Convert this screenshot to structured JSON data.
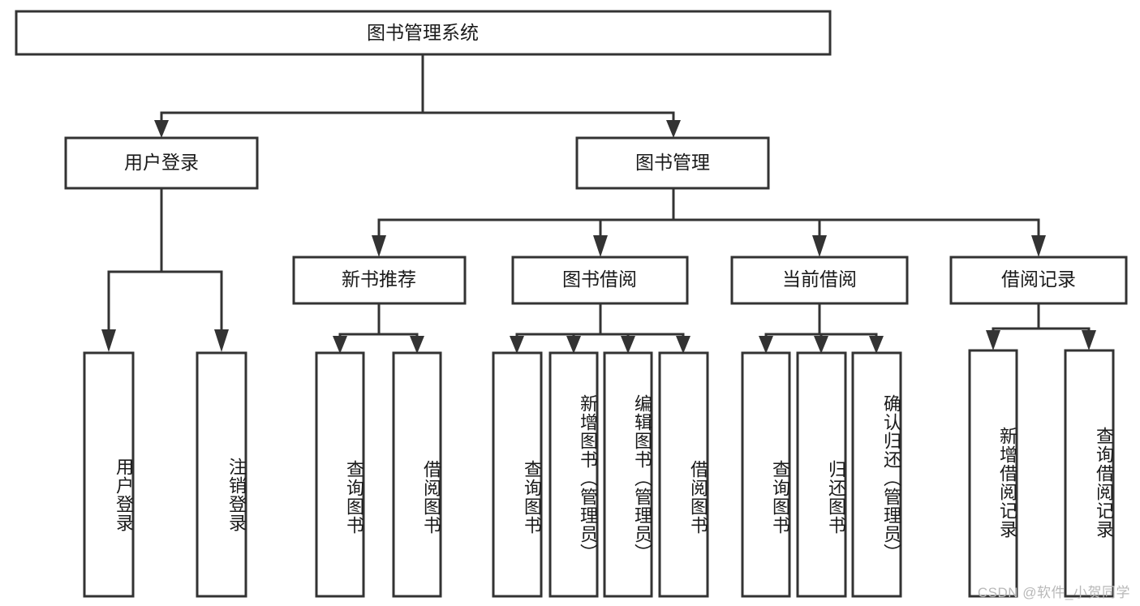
{
  "diagram": {
    "title": "图书管理系统",
    "type": "hierarchy-tree",
    "watermark": "CSDN @软件_小贺同学",
    "accent_color": "#333333",
    "background_color": "#ffffff",
    "nodes": {
      "root": {
        "label": "图书管理系统",
        "level": 1,
        "orientation": "horizontal"
      },
      "l2": [
        {
          "label": "用户登录",
          "level": 2,
          "orientation": "horizontal"
        },
        {
          "label": "图书管理",
          "level": 2,
          "orientation": "horizontal"
        }
      ],
      "l3": [
        {
          "label": "新书推荐",
          "level": 3,
          "orientation": "horizontal",
          "parent": "图书管理"
        },
        {
          "label": "图书借阅",
          "level": 3,
          "orientation": "horizontal",
          "parent": "图书管理"
        },
        {
          "label": "当前借阅",
          "level": 3,
          "orientation": "horizontal",
          "parent": "图书管理"
        },
        {
          "label": "借阅记录",
          "level": 3,
          "orientation": "horizontal",
          "parent": "图书管理"
        }
      ],
      "leaves": [
        {
          "label": "用户登录",
          "parent": "用户登录",
          "orientation": "vertical"
        },
        {
          "label": "注销登录",
          "parent": "用户登录",
          "orientation": "vertical"
        },
        {
          "label": "查询图书",
          "parent": "新书推荐",
          "orientation": "vertical"
        },
        {
          "label": "借阅图书",
          "parent": "新书推荐",
          "orientation": "vertical"
        },
        {
          "label": "查询图书",
          "parent": "图书借阅",
          "orientation": "vertical"
        },
        {
          "label": "新增图书（管理员）",
          "parent": "图书借阅",
          "orientation": "vertical"
        },
        {
          "label": "编辑图书（管理员）",
          "parent": "图书借阅",
          "orientation": "vertical"
        },
        {
          "label": "借阅图书",
          "parent": "图书借阅",
          "orientation": "vertical"
        },
        {
          "label": "查询图书",
          "parent": "当前借阅",
          "orientation": "vertical"
        },
        {
          "label": "归还图书",
          "parent": "当前借阅",
          "orientation": "vertical"
        },
        {
          "label": "确认归还（管理员）",
          "parent": "当前借阅",
          "orientation": "vertical"
        },
        {
          "label": "新增借阅记录",
          "parent": "借阅记录",
          "orientation": "vertical"
        },
        {
          "label": "查询借阅记录",
          "parent": "借阅记录",
          "orientation": "vertical"
        }
      ]
    }
  }
}
